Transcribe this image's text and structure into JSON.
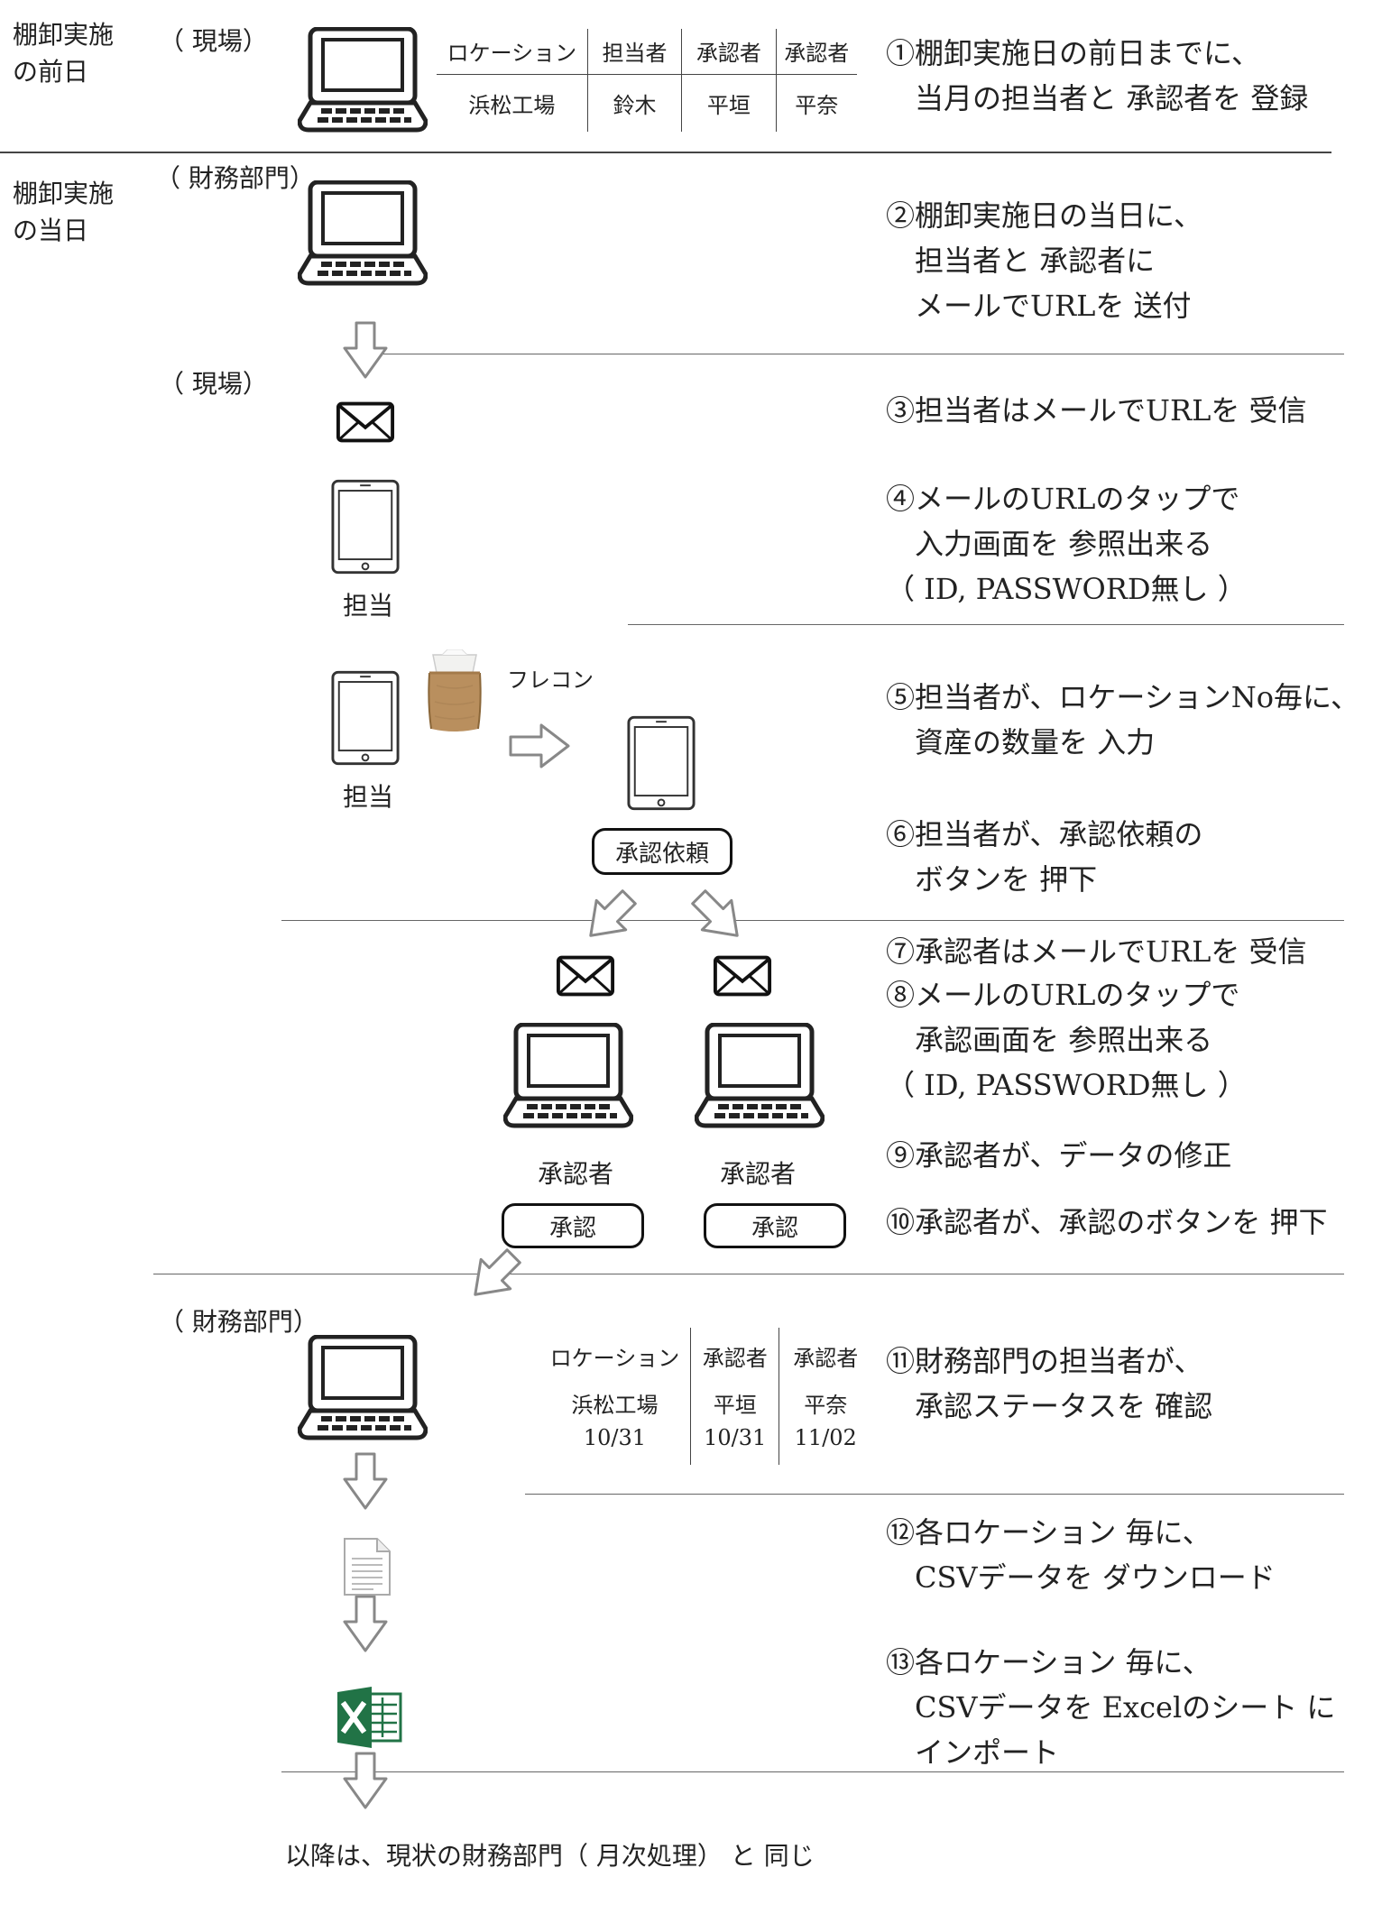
{
  "sections": {
    "before": "棚卸実施\nの前日",
    "day_of": "棚卸実施\nの当日"
  },
  "areas": {
    "genba1": "（ 現場）",
    "zaimu1": "（ 財務部門）",
    "genba2": "（ 現場）",
    "zaimu2": "（ 財務部門）"
  },
  "steps": {
    "s1": "①棚卸実施日の前日までに、\n　当月の担当者と 承認者を 登録",
    "s2": "②棚卸実施日の当日に、\n　担当者と 承認者に\n　メールでURLを 送付",
    "s3": "③担当者はメールでURLを 受信",
    "s4": "④メールのURLのタップで\n　入力画面を 参照出来る\n（ ID, PASSWORD無し ）",
    "s5": "⑤担当者が、ロケーションNo毎に、\n　資産の数量を 入力",
    "s6": "⑥担当者が、承認依頼の\n　ボタンを 押下",
    "s7": "⑦承認者はメールでURLを 受信",
    "s8": "⑧メールのURLのタップで\n　承認画面を 参照出来る\n（ ID, PASSWORD無し ）",
    "s9": "⑨承認者が、データの修正",
    "s10": "⑩承認者が、承認のボタンを 押下",
    "s11": "⑪財務部門の担当者が、\n　承認ステータスを 確認",
    "s12": "⑫各ロケーション 毎に、\n　CSVデータを ダウンロード",
    "s13": "⑬各ロケーション 毎に、\n　CSVデータを Excelのシート に\n　インポート"
  },
  "labels": {
    "tanto": "担当",
    "flecon": "フレコン",
    "shoninsha": "承認者"
  },
  "buttons": {
    "request_approval": "承認依頼",
    "approve": "承認"
  },
  "table1": {
    "headers": [
      "ロケーション",
      "担当者",
      "承認者",
      "承認者"
    ],
    "row": [
      "浜松工場",
      "鈴木",
      "平垣",
      "平奈"
    ]
  },
  "table2": {
    "headers": [
      "ロケーション",
      "承認者",
      "承認者"
    ],
    "row": [
      "浜松工場\n10/31",
      "平垣\n10/31",
      "平奈\n11/02"
    ]
  },
  "final_text": "以降は、現状の財務部門（ 月次処理） と 同じ",
  "colors": {
    "excel_green": "#217346",
    "flecon_brown": "#b98f5e",
    "arrow_gray": "#888888"
  }
}
